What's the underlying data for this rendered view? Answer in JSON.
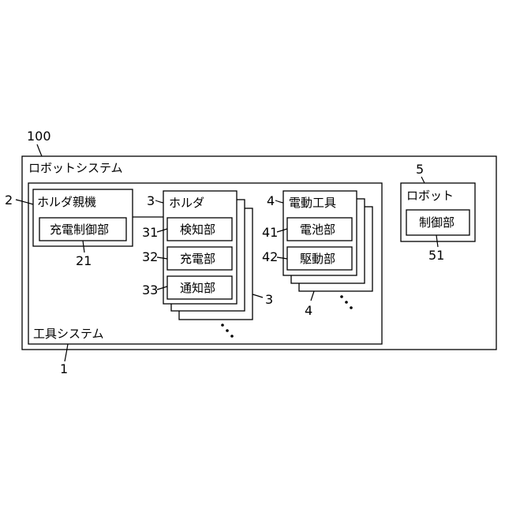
{
  "robot_system": {
    "label": "ロボットシステム",
    "ref": "100"
  },
  "tool_system": {
    "label": "工具システム",
    "ref": "1"
  },
  "holder_parent": {
    "label": "ホルダ親機",
    "ref": "2",
    "charge_control": {
      "label": "充電制御部",
      "ref": "21"
    }
  },
  "holder": {
    "label": "ホルダ",
    "ref": "3",
    "stack_ref": "3",
    "detector": {
      "label": "検知部",
      "ref": "31"
    },
    "charger": {
      "label": "充電部",
      "ref": "32"
    },
    "notifier": {
      "label": "通知部",
      "ref": "33"
    }
  },
  "power_tool": {
    "label": "電動工具",
    "ref": "4",
    "stack_ref": "4",
    "battery": {
      "label": "電池部",
      "ref": "41"
    },
    "drive": {
      "label": "駆動部",
      "ref": "42"
    }
  },
  "robot": {
    "label": "ロボット",
    "ref": "5",
    "controller": {
      "label": "制御部",
      "ref": "51"
    }
  }
}
